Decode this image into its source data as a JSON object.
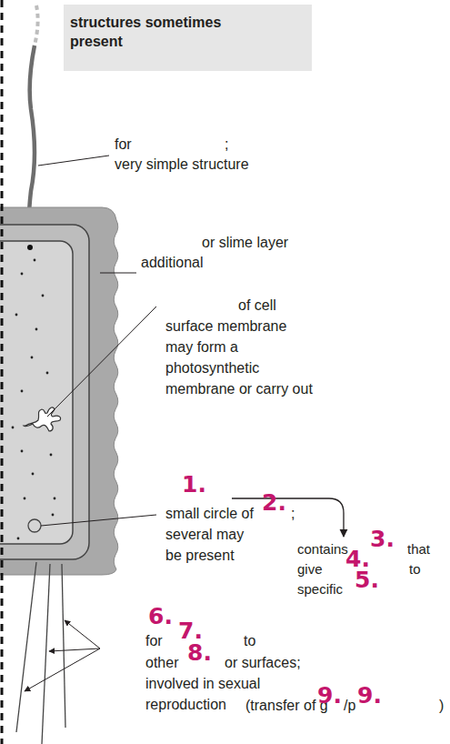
{
  "diagram": {
    "nodes": [
      {
        "text": [
          "structures sometimes present"
        ]
      }
    ],
    "labels": [
      "for",
      ";",
      "very simple structure",
      "or slime layer",
      "additional",
      "of cell surface membrane may form a photosynthetic membrane or carry out",
      "1.",
      "small circle of",
      "2.",
      ";",
      "several may be present",
      "contains",
      "3.",
      "that",
      "give",
      "4.",
      "to",
      "specific",
      "5.",
      "6.",
      "for",
      "7.",
      "to",
      "other",
      "8.",
      "or surfaces;",
      "involved in sexual reproduction",
      "(transfer of g",
      "9.",
      "/p",
      "9.",
      ")"
    ]
  }
}
